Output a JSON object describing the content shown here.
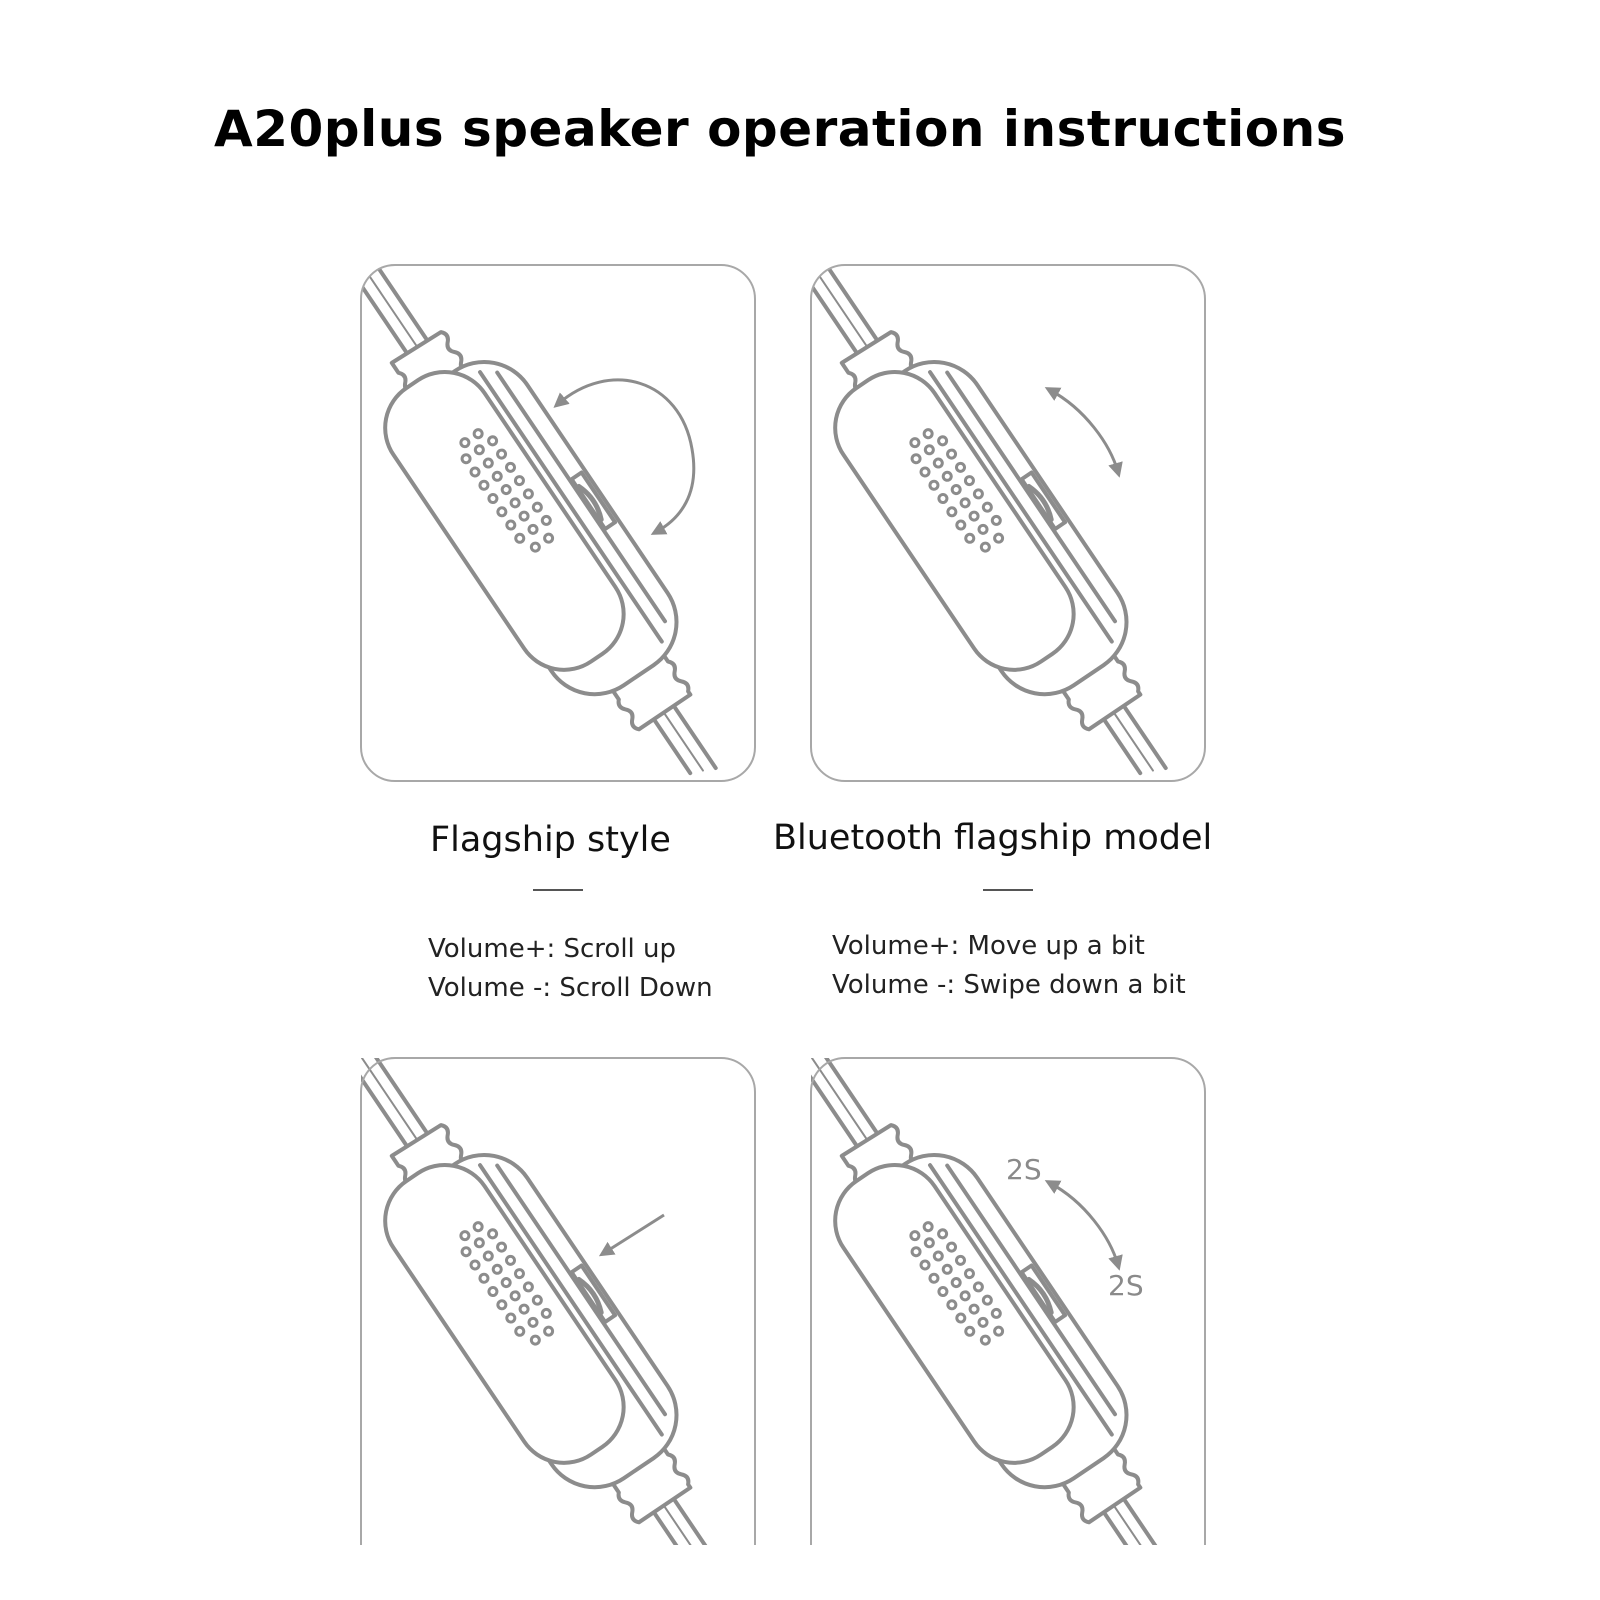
{
  "title": "A20plus speaker operation instructions",
  "sections": [
    {
      "heading": "Flagship style",
      "lines": [
        "Volume+: Scroll up",
        "Volume -: Scroll Down"
      ]
    },
    {
      "heading": "Bluetooth flagship model",
      "lines": [
        "Volume+: Move up a bit",
        "Volume -: Swipe down a bit"
      ]
    }
  ],
  "panels": [
    {
      "gesture": "scroll-wheel-arc"
    },
    {
      "gesture": "small-slide-arc"
    },
    {
      "gesture": "press-arrow"
    },
    {
      "gesture": "hold-arc",
      "labels": [
        "2S",
        "2S"
      ]
    }
  ],
  "colors": {
    "line": "#8c8c8c",
    "text": "#111111"
  }
}
